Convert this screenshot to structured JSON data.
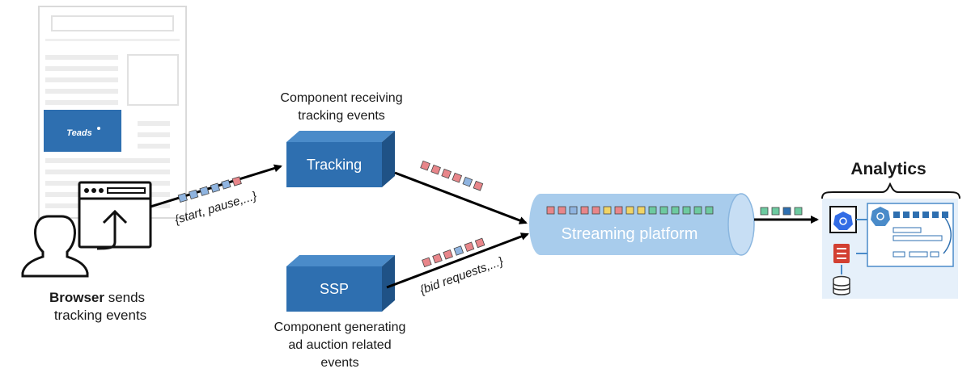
{
  "browser": {
    "label_bold": "Browser",
    "label_rest": " sends",
    "label_line2": "tracking events",
    "ad_logo": "Teads"
  },
  "tracking": {
    "box_label": "Tracking",
    "caption_line1": "Component receiving",
    "caption_line2": "tracking events",
    "events_label": "{start, pause,...}"
  },
  "ssp": {
    "box_label": "SSP",
    "caption_line1": "Component generating",
    "caption_line2": "ad auction related",
    "caption_line3": "events",
    "events_label": "{bid requests,...}"
  },
  "streaming": {
    "label": "Streaming platform"
  },
  "analytics": {
    "title": "Analytics"
  },
  "colors": {
    "box_front": "#2e6fb0",
    "box_top": "#4a8bc9",
    "box_side": "#1f5286",
    "pipe": "#a8ccec",
    "event_red": "#e8868a",
    "event_blue": "#8fb4e0",
    "event_yellow": "#f0d466",
    "event_green": "#6dcaa0"
  },
  "icons": [
    "user-icon",
    "browser-window-icon",
    "upload-arrow-icon",
    "kubernetes-icon",
    "bigquery-icon",
    "storage-icon",
    "database-icon"
  ]
}
